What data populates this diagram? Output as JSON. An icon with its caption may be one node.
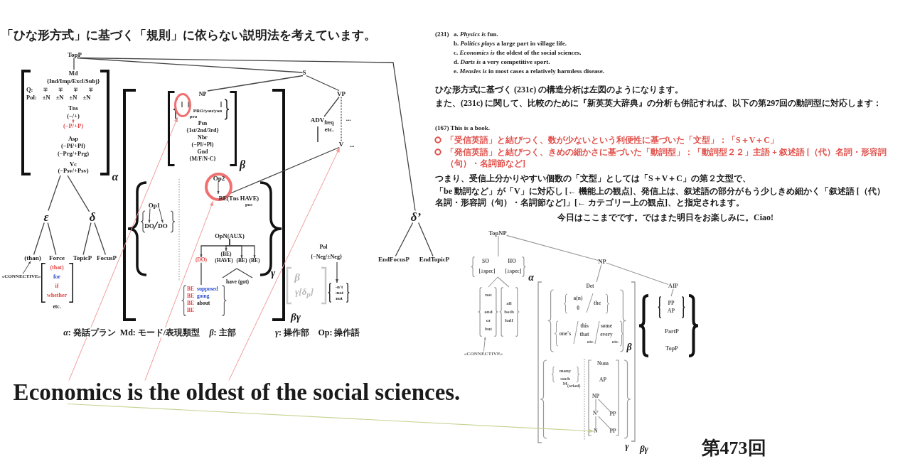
{
  "diagram": {
    "title": "「ひな形方式」に基づく「規則」に依らない説明法を考えています。",
    "nodes": [
      {
        "text": [
          "TopP"
        ]
      },
      {
        "text": [
          "Md",
          "{Ind/Imp/Excl/Subj}",
          "Q: ∓ ∓ ∓ ∓",
          "Pol: ±N ±N ±N ±N",
          "Tns",
          "Asp",
          "(−Pf/+Pf)",
          "(−Prg/+Prg)",
          "Vc",
          "(−Psv/+Psv)"
        ],
        "beside": [
          "α"
        ]
      },
      {
        "text": [
          "(−/+)"
        ],
        "in": 1
      },
      {
        "text": [
          "(−P/+P)"
        ],
        "in": 1
      },
      {
        "text": [
          "S"
        ]
      },
      {
        "text": [
          "NP",
          "PRO/you/you",
          "pro",
          "Psn",
          "{1st/2nd/3rd}",
          "Nbr",
          "(−Pl/+Pl)",
          "Gnd",
          "{M/F/N-C}"
        ],
        "beside": [
          "β"
        ]
      },
      {
        "text": [],
        "shape": "circle",
        "in": 5
      },
      {
        "text": [
          "VP"
        ]
      },
      {
        "text": [
          "ADV$_{freq}$",
          "etc."
        ]
      },
      {
        "text": [
          "V"
        ],
        "beside": [
          "..."
        ]
      },
      {
        "text": [
          "ε"
        ]
      },
      {
        "text": [
          "δ"
        ]
      },
      {
        "text": [
          "(than)"
        ]
      },
      {
        "text": [
          "Force"
        ]
      },
      {
        "text": [
          "(that)",
          "for",
          "if",
          "whether"
        ],
        "beside": [
          "etc."
        ]
      },
      {
        "text": [
          "TopicP"
        ]
      },
      {
        "text": [
          "FocusP"
        ]
      },
      {
        "text": [
          "«CONNECTIVE»"
        ]
      },
      {
        "text": [
          "Op1"
        ]
      },
      {
        "text": [
          "DO"
        ]
      },
      {
        "text": [
          "DO"
        ]
      },
      {
        "text": [],
        "shape": "circle"
      },
      {
        "text": [
          "Op2"
        ],
        "in": 21
      },
      {
        "text": [
          "BE(Tns HAVE)",
          "pos"
        ]
      },
      {
        "text": [
          "OpN(AUX)"
        ]
      },
      {
        "text": [
          "(DO)"
        ]
      },
      {
        "text": [
          "(BE)",
          "(HAVE)"
        ]
      },
      {
        "text": [
          "(BE)"
        ]
      },
      {
        "text": [
          "(BE)"
        ]
      },
      {
        "text": [
          "BE",
          "supposed",
          "BE",
          "going",
          "BE",
          "about",
          "BE"
        ]
      },
      {
        "text": [
          "Pol",
          "{−Neg/±Neg}"
        ]
      },
      {
        "text": [
          "-n't",
          "-not",
          "not"
        ]
      },
      {
        "text": [
          "δ’"
        ]
      },
      {
        "text": [
          "EndFocusP"
        ]
      },
      {
        "text": [
          "EndTopicP"
        ]
      },
      {
        "text": [
          "TopNP"
        ]
      },
      {
        "text": [
          "SO",
          "HO",
          "[±spec]",
          "[±spec]"
        ],
        "beside": [
          "α"
        ]
      },
      {
        "text": [
          "not",
          "and",
          "or",
          "but"
        ]
      },
      {
        "text": [
          "all",
          "both",
          "half"
        ]
      },
      {
        "text": [
          "«CONNECTIVE»"
        ]
      },
      {
        "text": [
          "NP"
        ]
      },
      {
        "text": [
          "Det",
          "a(n)",
          "0",
          "the",
          "one's",
          "this",
          "that",
          "etc.",
          "some",
          "every",
          "etc."
        ],
        "beside": [
          "β"
        ]
      },
      {
        "text": [
          "AIP"
        ]
      },
      {
        "text": [
          "PartP",
          "TopP"
        ]
      },
      {
        "text": [
          "PP",
          "AP"
        ],
        "in": 43
      },
      {
        "text": [
          "NP"
        ]
      },
      {
        "text": [
          "N’"
        ]
      },
      {
        "text": [
          "PP"
        ]
      },
      {
        "text": [
          "N"
        ]
      },
      {
        "text": [
          "PP"
        ]
      },
      {
        "text": [
          "Economics is the oldest of the social sciences."
        ]
      },
      {
        "text": [
          "have (got)"
        ]
      }
    ],
    "edges": [
      {
        "from": 0,
        "to": 1,
        "arrow": "none"
      },
      {
        "from": 0,
        "to": 4,
        "arrow": "none"
      },
      {
        "from": 0,
        "to": 32,
        "arrow": "none"
      },
      {
        "from": 4,
        "to": 5,
        "arrow": "none"
      },
      {
        "from": 4,
        "to": 7,
        "arrow": "none"
      },
      {
        "from": 7,
        "to": 8,
        "arrow": "none"
      },
      {
        "from": 7,
        "to": 9,
        "arrow": "none",
        "style": "dashed"
      },
      {
        "from": 9,
        "to": 23,
        "arrow": "none"
      },
      {
        "from": 2,
        "to": 3,
        "arrow": "to",
        "color": "#e05a5a"
      },
      {
        "from": 1,
        "to": 10,
        "arrow": "none"
      },
      {
        "from": 1,
        "to": 11,
        "arrow": "none"
      },
      {
        "from": 10,
        "to": 12,
        "arrow": "none"
      },
      {
        "from": 10,
        "to": 13,
        "arrow": "none"
      },
      {
        "from": 11,
        "to": 15,
        "arrow": "none"
      },
      {
        "from": 11,
        "to": 16,
        "arrow": "none"
      },
      {
        "from": 17,
        "to": 12,
        "arrow": "to"
      },
      {
        "from": 18,
        "to": 19,
        "arrow": "to"
      },
      {
        "from": 18,
        "to": 20,
        "arrow": "to"
      },
      {
        "from": 22,
        "to": 23,
        "arrow": "to"
      },
      {
        "from": 24,
        "to": 25,
        "arrow": "to"
      },
      {
        "from": 24,
        "to": 26,
        "arrow": "to"
      },
      {
        "from": 24,
        "to": 27,
        "arrow": "to"
      },
      {
        "from": 24,
        "to": 28,
        "arrow": "to"
      },
      {
        "from": 25,
        "to": 29,
        "arrow": "none"
      },
      {
        "from": 30,
        "to": 31,
        "arrow": "to"
      },
      {
        "from": 32,
        "to": 33,
        "arrow": "none"
      },
      {
        "from": 32,
        "to": 34,
        "arrow": "none"
      },
      {
        "from": 35,
        "to": 36,
        "arrow": "none",
        "color": "#9a9a9a"
      },
      {
        "from": 35,
        "to": 40,
        "arrow": "none",
        "color": "#9a9a9a"
      },
      {
        "from": 36,
        "to": 37,
        "arrow": "none",
        "color": "#9a9a9a"
      },
      {
        "from": 36,
        "to": 38,
        "arrow": "none",
        "color": "#9a9a9a"
      },
      {
        "from": 39,
        "to": 37,
        "arrow": "to",
        "color": "#9a9a9a"
      },
      {
        "from": 40,
        "to": 41,
        "arrow": "none",
        "color": "#9a9a9a"
      },
      {
        "from": 40,
        "to": 42,
        "arrow": "none",
        "color": "#9a9a9a"
      },
      {
        "from": 42,
        "to": 44,
        "arrow": "none",
        "color": "#9a9a9a"
      },
      {
        "from": 45,
        "to": 46,
        "arrow": "none",
        "color": "#9a9a9a"
      },
      {
        "from": 45,
        "to": 47,
        "arrow": "none",
        "color": "#9a9a9a"
      },
      {
        "from": 46,
        "to": 48,
        "arrow": "none",
        "color": "#9a9a9a"
      },
      {
        "from": 46,
        "to": 49,
        "arrow": "none",
        "color": "#9a9a9a"
      },
      {
        "from": 50,
        "to": 6,
        "arrow": "to",
        "color": "#f29a9a"
      },
      {
        "from": 50,
        "to": 21,
        "arrow": "to",
        "color": "#f29a9a"
      },
      {
        "from": 50,
        "to": 9,
        "arrow": "to",
        "color": "#f29a9a"
      },
      {
        "from": 50,
        "to": 48,
        "arrow": "to",
        "color": "#c5d494"
      }
    ],
    "labels": [
      "(231)",
      "a. *Physics is* fun.",
      "b. *Politics plays* a large part in village life.",
      "c. *Economics is* the oldest of the social sciences.",
      "d. *Darts is* a very competitive sport.",
      "e. *Measles is* in most cases a relatively harmless disease.",
      "ひな形方式に基づく (231c) の構造分析は左図のようになります。",
      "また、(231c) に関して、比較のために『新英英大辞典』の分析も併記すれば、以下の第297回の動詞型に対応します：",
      "(167) This is a book.",
      "「受信英語」と結びつく、数が少ないという利便性に基づいた「文型」：「S＋V＋C」",
      "「発信英語」と結びつく、きめの細かさに基づいた「動詞型」：「動詞型２２」主語 + 叙述語 [（代）名詞・形容詞（句）・名詞節など]",
      "つまり、受信上分かりやすい個数の「文型」としては「S＋V＋C」の第２文型で、",
      "「be 動詞など」が「V」に対応し [← 機能上の観点]、発信上は、叙述語の部分がもう少しきめ細かく「叙述語 [（代）名詞・形容詞（句）・名詞節など]」[← カテゴリー上の観点]、と指定されます。",
      "今日はここまでです。ではまた明日をお楽しみに。Ciao!",
      "...",
      "γ",
      "βγ",
      "β",
      "γ[δ$_{p}$]",
      "*α*: 発話プラン",
      "Md: モード/表現類型",
      "*β*: 主部",
      "*γ*: 操作部",
      "Op: 操作語",
      "many",
      "such",
      "M$_{(arked)}$",
      "Num",
      "AP",
      "γ",
      "βγ",
      "第473回"
    ]
  }
}
